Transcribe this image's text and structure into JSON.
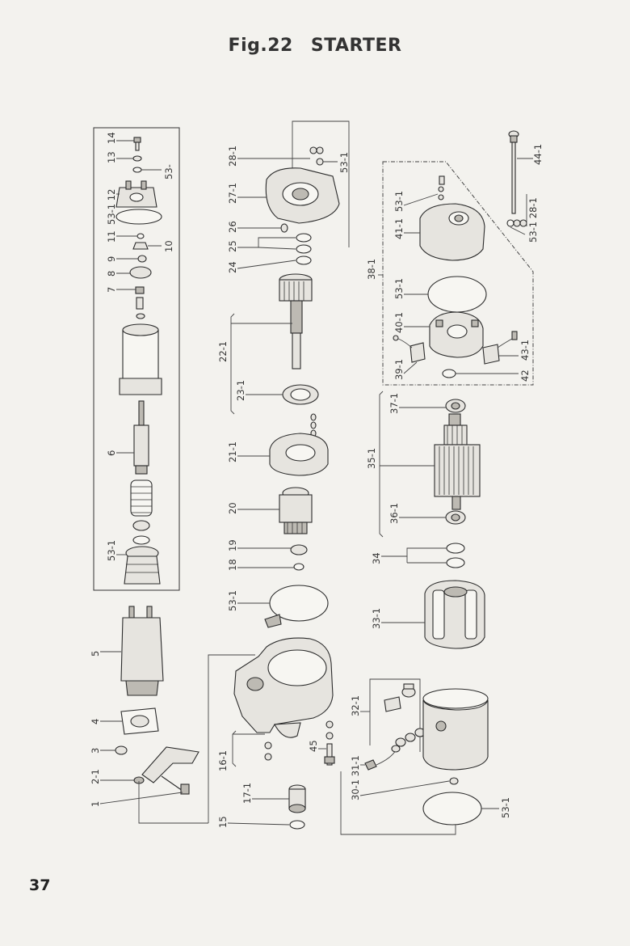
{
  "page": {
    "title_fig": "Fig.22",
    "title_name": "STARTER",
    "number": "37"
  },
  "labels": {
    "l1": "1",
    "l2_1": "2-1",
    "l3": "3",
    "l4": "4",
    "l5": "5",
    "l6": "6",
    "l7": "7",
    "l8": "8",
    "l9": "9",
    "l10": "10",
    "l11": "11",
    "l53_1_12": "53-1 12",
    "l13": "13",
    "l14": "14",
    "l53_": "53-",
    "l53_1_a": "53-1",
    "l15": "15",
    "l16_1": "16-1",
    "l17_1": "17-1",
    "l18": "18",
    "l19": "19",
    "l20": "20",
    "l21_1": "21-1",
    "l22_1": "22-1",
    "l23_1": "23-1",
    "l24": "24",
    "l25": "25",
    "l26": "26",
    "l27_1": "27-1",
    "l28_1": "28-1",
    "l53_1_b": "53-1",
    "l53_1_c": "53-1",
    "l45": "45",
    "l30_1_31_1": "30-1 31-1",
    "l32_1": "32-1",
    "l33_1": "33-1",
    "l34": "34",
    "l35_1": "35-1",
    "l36_1": "36-1",
    "l37_1": "37-1",
    "l38_1": "38-1",
    "l39_1": "39-1",
    "l40_1": "40-1",
    "l41_1": "41-1",
    "l42": "42",
    "l43_1": "43-1",
    "l53_1_d": "53-1",
    "l53_1_e": "53-1",
    "l44_1": "44-1",
    "l53_1_28_1": "53-1 28-1",
    "l53_1_f": "53-1"
  }
}
